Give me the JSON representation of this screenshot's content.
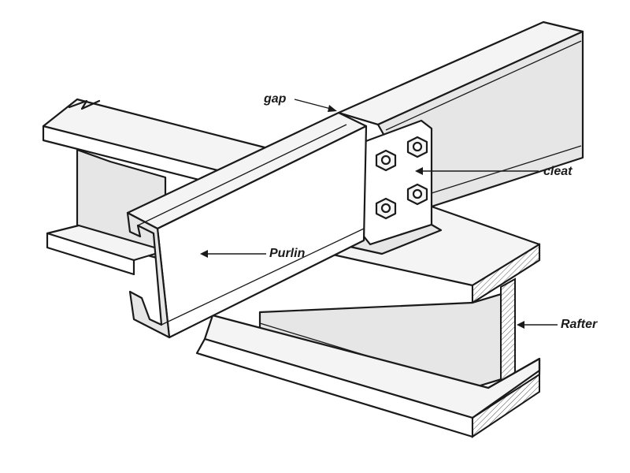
{
  "labels": {
    "gap": "gap",
    "cleat": "cleat",
    "purlin": "Purlin",
    "rafter": "Rafter"
  },
  "colors": {
    "ink": "#1a1a1a",
    "background": "#ffffff"
  }
}
